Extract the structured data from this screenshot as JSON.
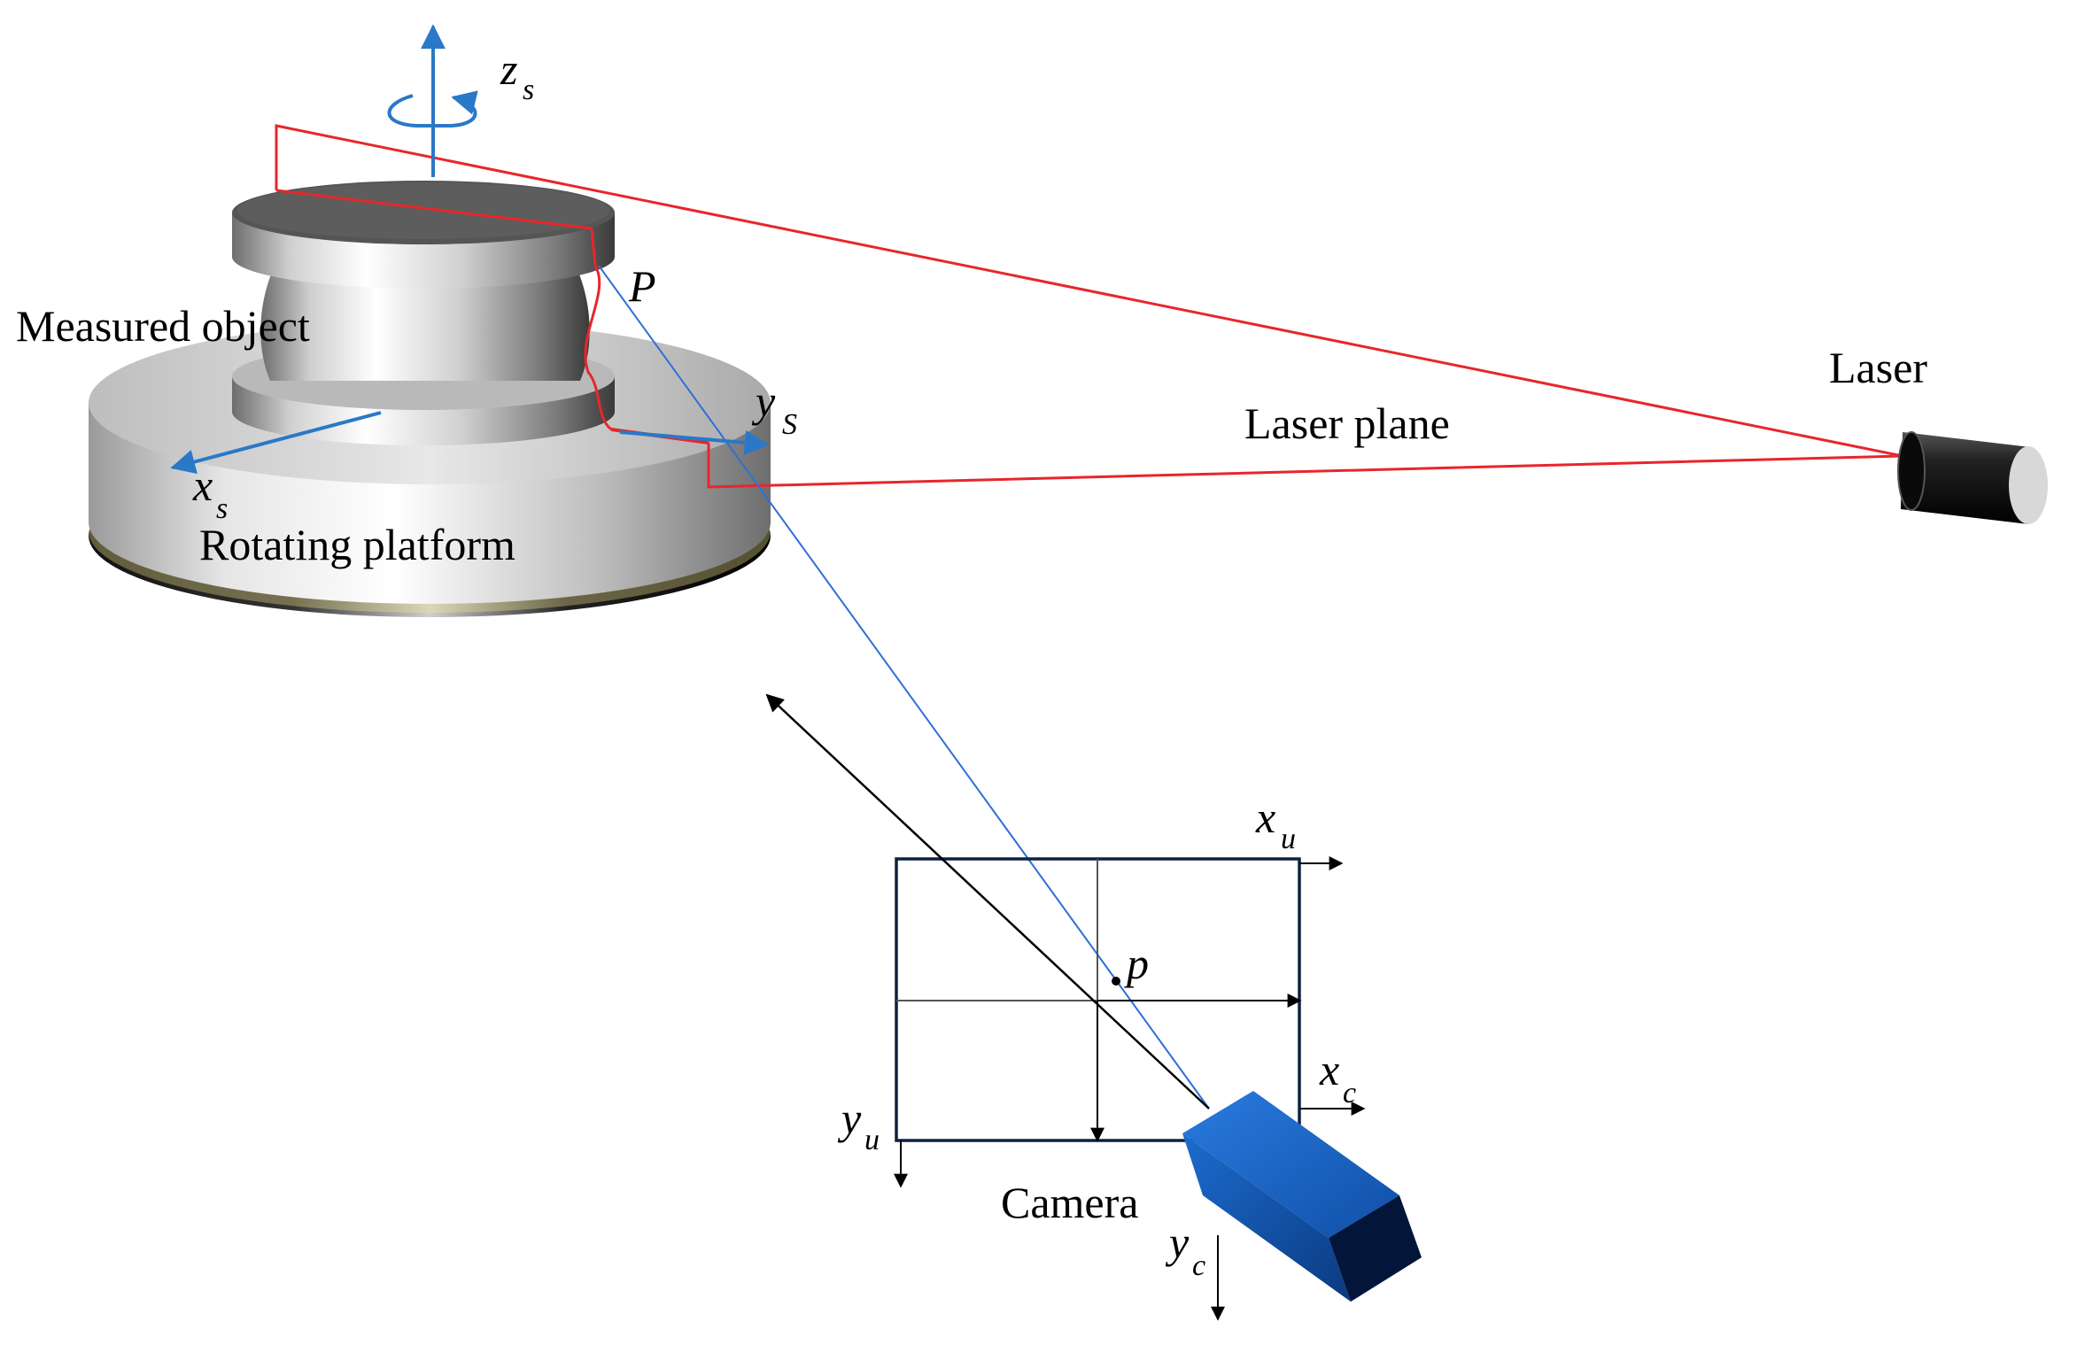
{
  "labels": {
    "measured_object": "Measured object",
    "rotating_platform": "Rotating platform",
    "laser": "Laser",
    "laser_plane": "Laser plane",
    "camera": "Camera",
    "point_P": "P",
    "point_p": "p"
  },
  "axes": {
    "zs": {
      "main": "z",
      "sub": "s"
    },
    "xs": {
      "main": "x",
      "sub": "s"
    },
    "ys": {
      "main": "y",
      "sub": "S"
    },
    "xu": {
      "main": "x",
      "sub": "u"
    },
    "yu": {
      "main": "y",
      "sub": "u"
    },
    "xc": {
      "main": "x",
      "sub": "c"
    },
    "yc": {
      "main": "y",
      "sub": "c"
    }
  },
  "colors": {
    "laser_plane": "#e8262b",
    "ray_blue": "#2f6fd6",
    "axis_blue": "#2a78c8",
    "camera_body": "#1a63c4",
    "image_frame": "#0d2240"
  }
}
